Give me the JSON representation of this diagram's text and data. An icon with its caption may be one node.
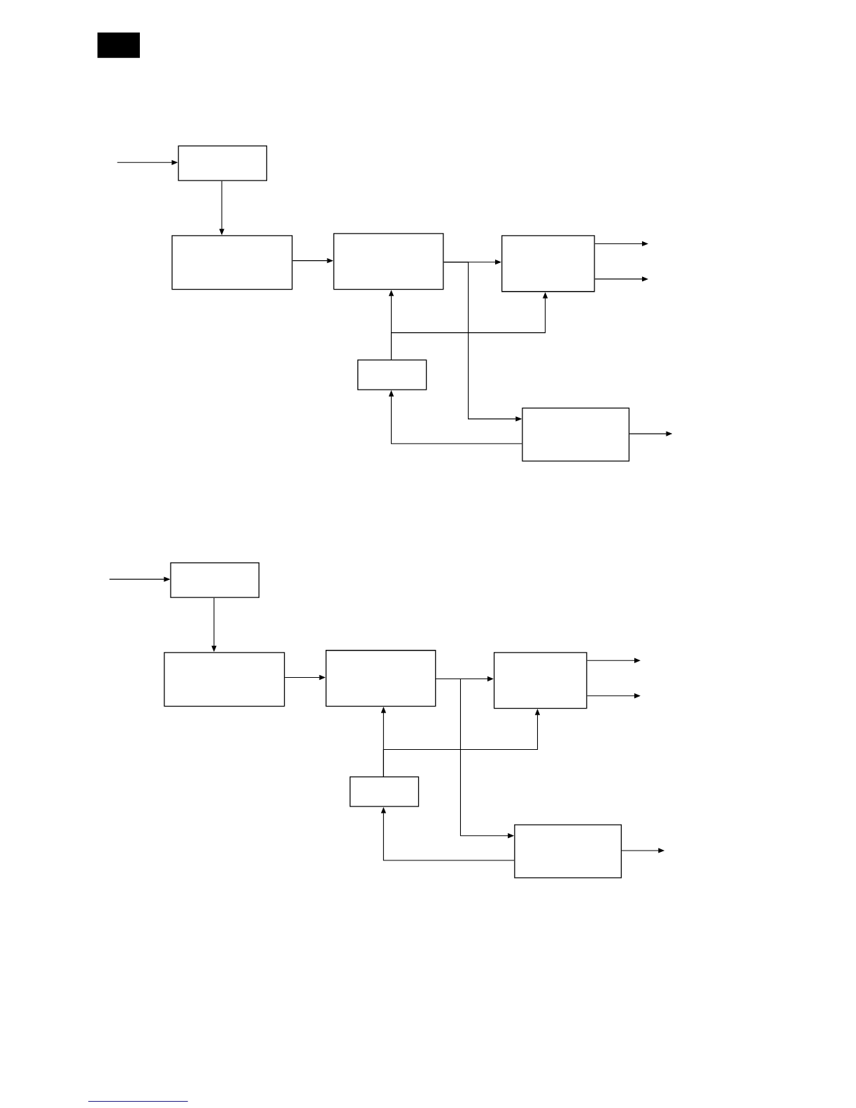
{
  "diagram": {
    "nodes": [
      {
        "text": [],
        "shape": "box"
      },
      {
        "text": [],
        "shape": "box"
      },
      {
        "text": [],
        "shape": "box"
      },
      {
        "text": [],
        "shape": "box"
      },
      {
        "text": [],
        "shape": "box"
      },
      {
        "text": [],
        "shape": "box"
      },
      {
        "text": [],
        "shape": "box"
      },
      {
        "text": [],
        "shape": "box"
      },
      {
        "text": [],
        "shape": "box"
      },
      {
        "text": [],
        "shape": "box"
      },
      {
        "text": [],
        "shape": "box"
      },
      {
        "text": [],
        "shape": "box"
      }
    ],
    "edges": [
      {
        "from": null,
        "to": 0,
        "arrow": "to"
      },
      {
        "from": 0,
        "to": 1,
        "arrow": "to"
      },
      {
        "from": 1,
        "to": 2,
        "arrow": "to"
      },
      {
        "from": 2,
        "to": 3,
        "arrow": "to"
      },
      {
        "from": 2,
        "to": 5,
        "arrow": "to"
      },
      {
        "from": 3,
        "to": null,
        "arrow": "to"
      },
      {
        "from": 3,
        "to": null,
        "arrow": "to"
      },
      {
        "from": 5,
        "to": null,
        "arrow": "to"
      },
      {
        "from": 4,
        "to": 2,
        "arrow": "to"
      },
      {
        "from": 4,
        "to": 3,
        "arrow": "to"
      },
      {
        "from": 5,
        "to": 4,
        "arrow": "to"
      },
      {
        "from": null,
        "to": 6,
        "arrow": "to"
      },
      {
        "from": 6,
        "to": 7,
        "arrow": "to"
      },
      {
        "from": 7,
        "to": 8,
        "arrow": "to"
      },
      {
        "from": 8,
        "to": 9,
        "arrow": "to"
      },
      {
        "from": 8,
        "to": 11,
        "arrow": "to"
      },
      {
        "from": 9,
        "to": null,
        "arrow": "to"
      },
      {
        "from": 9,
        "to": null,
        "arrow": "to"
      },
      {
        "from": 11,
        "to": null,
        "arrow": "to"
      },
      {
        "from": 10,
        "to": 8,
        "arrow": "to"
      },
      {
        "from": 10,
        "to": 9,
        "arrow": "to"
      },
      {
        "from": 11,
        "to": 10,
        "arrow": "to"
      }
    ]
  }
}
